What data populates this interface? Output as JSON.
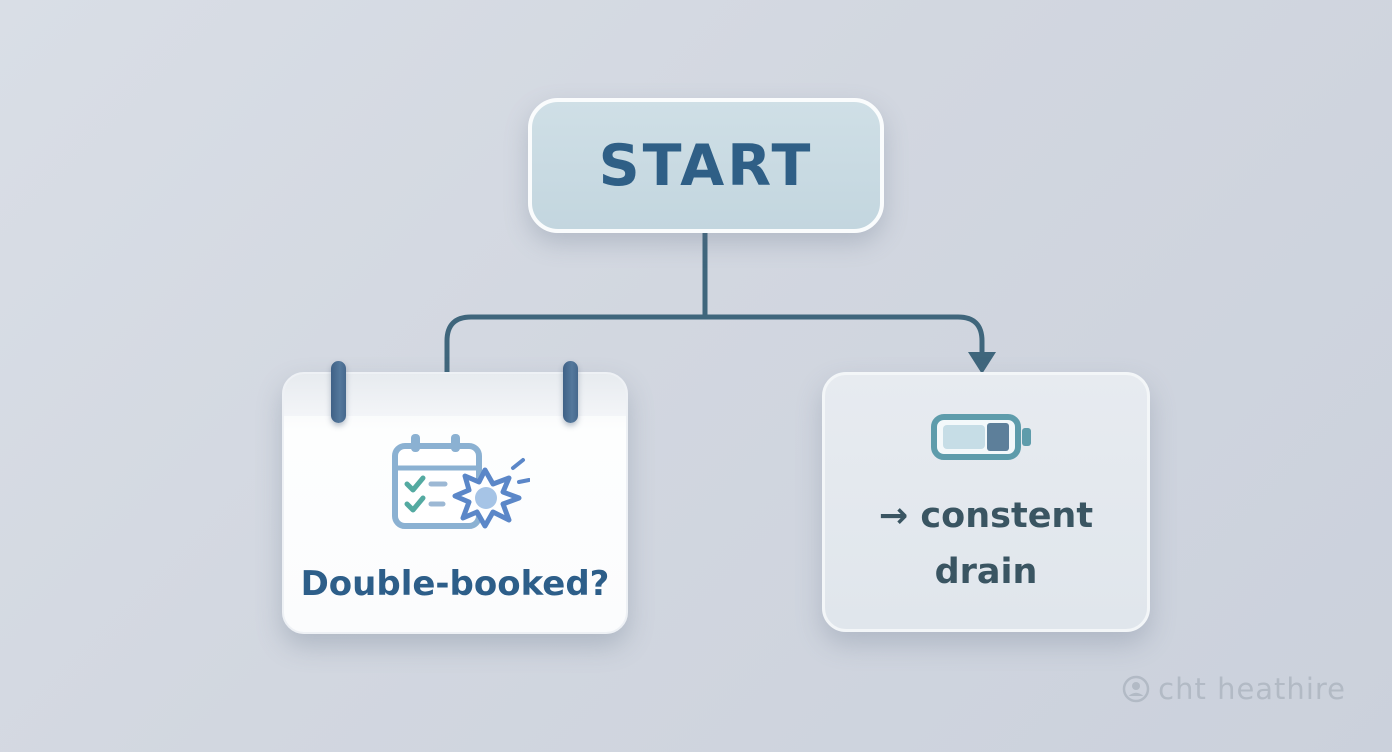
{
  "diagram": {
    "start_node": {
      "label": "START"
    },
    "double_booked_node": {
      "label": "Double-booked?"
    },
    "battery_node": {
      "text_line1": "→ constent",
      "text_line2": "drain"
    },
    "watermark": {
      "text": "cht heathire"
    }
  },
  "icons": {
    "calendar_icon": "calendar-conflict-icon",
    "battery_icon": "battery-drain-icon",
    "watermark_icon": "person-circle-icon",
    "arrow_icon": "arrow-down-head"
  },
  "colors": {
    "background": "#d3d8e1",
    "connector": "#3f667c",
    "start_fill": "#c9dbe3",
    "start_border": "#fafcfd",
    "start_text": "#2f5f86",
    "left_card_fill": "#fbfcfd",
    "left_card_text": "#2d5e89",
    "binder_ring": "#46688d",
    "right_card_fill": "#e4e9ef",
    "right_card_text": "#3a5562",
    "battery_outline": "#5e9cab",
    "battery_fill_light": "#c6dde6",
    "battery_fill_dark": "#5d7f9a",
    "watermark_text": "#aab2bd"
  }
}
